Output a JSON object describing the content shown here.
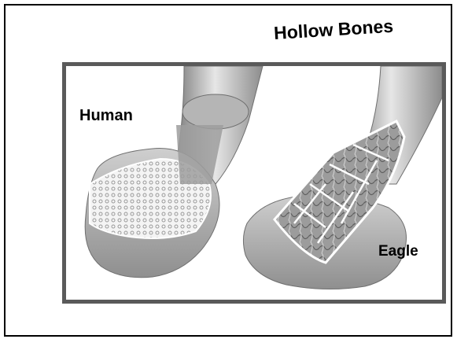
{
  "title": "Hollow Bones",
  "labels": {
    "human": "Human",
    "eagle": "Eagle"
  },
  "colors": {
    "frame_border": "#5a5a5a",
    "bone_light": "#eeeeee",
    "bone_mid": "#bdbdbd",
    "bone_dark": "#7d7d7d",
    "marrow": "#8a8a8a"
  },
  "illustration": {
    "human_bone": "cross-section-bone-spongy",
    "eagle_bone": "cross-section-bone-hollow-trusses"
  }
}
